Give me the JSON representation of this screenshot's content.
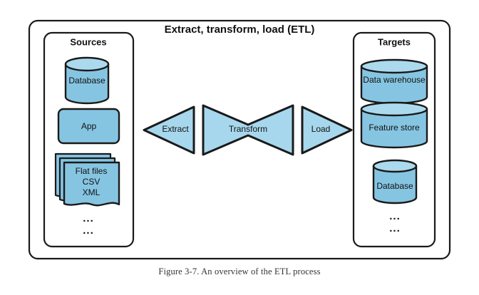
{
  "figure": {
    "title": "Extract, transform, load (ETL)",
    "caption": "Figure 3-7. An overview of the ETL process"
  },
  "colors": {
    "fill_blue": "#86c5e2",
    "fill_blue_light": "#abdaee",
    "stroke": "#1a1a1a",
    "background": "#ffffff",
    "caption_text": "#33333a"
  },
  "sources": {
    "group_label": "Sources",
    "nodes": [
      {
        "label": "Database",
        "shape": "cylinder"
      },
      {
        "label": "App",
        "shape": "rounded-rect"
      },
      {
        "label_line1": "Flat files",
        "label_line2": "CSV",
        "label_line3": "XML",
        "shape": "document-stack"
      }
    ],
    "ellipsis": [
      "...",
      "..."
    ]
  },
  "pipeline": {
    "steps": [
      {
        "label": "Extract",
        "shape": "triangle-left"
      },
      {
        "label": "Transform",
        "shape": "bowtie"
      },
      {
        "label": "Load",
        "shape": "triangle-right"
      }
    ]
  },
  "targets": {
    "group_label": "Targets",
    "nodes": [
      {
        "label": "Data warehouse",
        "shape": "cylinder"
      },
      {
        "label": "Feature store",
        "shape": "cylinder"
      },
      {
        "label": "Database",
        "shape": "cylinder"
      }
    ],
    "ellipsis": [
      "...",
      "..."
    ]
  }
}
